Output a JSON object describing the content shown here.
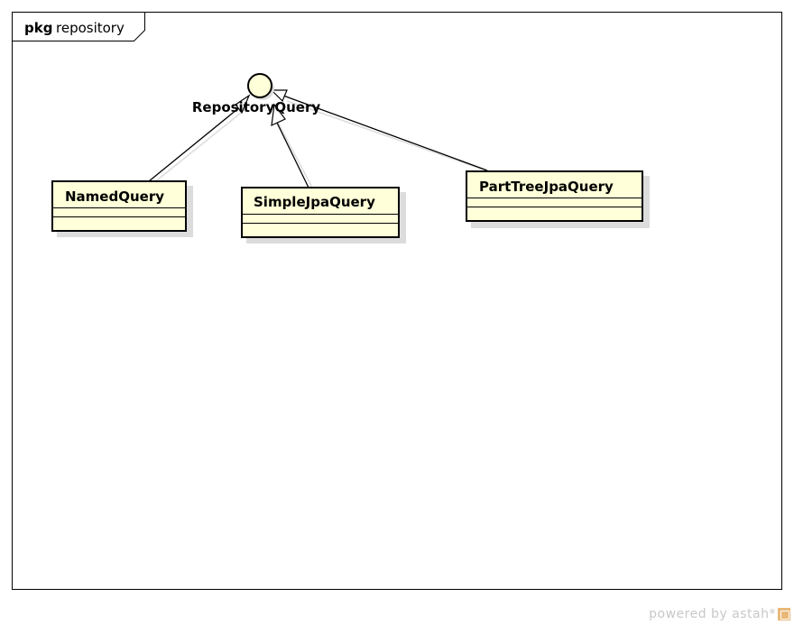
{
  "package": {
    "keyword": "pkg",
    "name": "repository"
  },
  "interface": {
    "name": "RepositoryQuery"
  },
  "classes": [
    {
      "name": "NamedQuery"
    },
    {
      "name": "SimpleJpaQuery"
    },
    {
      "name": "PartTreeJpaQuery"
    }
  ],
  "relations": [
    {
      "from": "NamedQuery",
      "to": "RepositoryQuery",
      "kind": "realization"
    },
    {
      "from": "SimpleJpaQuery",
      "to": "RepositoryQuery",
      "kind": "realization"
    },
    {
      "from": "PartTreeJpaQuery",
      "to": "RepositoryQuery",
      "kind": "realization"
    }
  ],
  "footer": {
    "text": "powered by astah*"
  },
  "colors": {
    "class_fill": "#ffffd9",
    "shadow": "#dcdcdc",
    "stroke": "#000000"
  }
}
